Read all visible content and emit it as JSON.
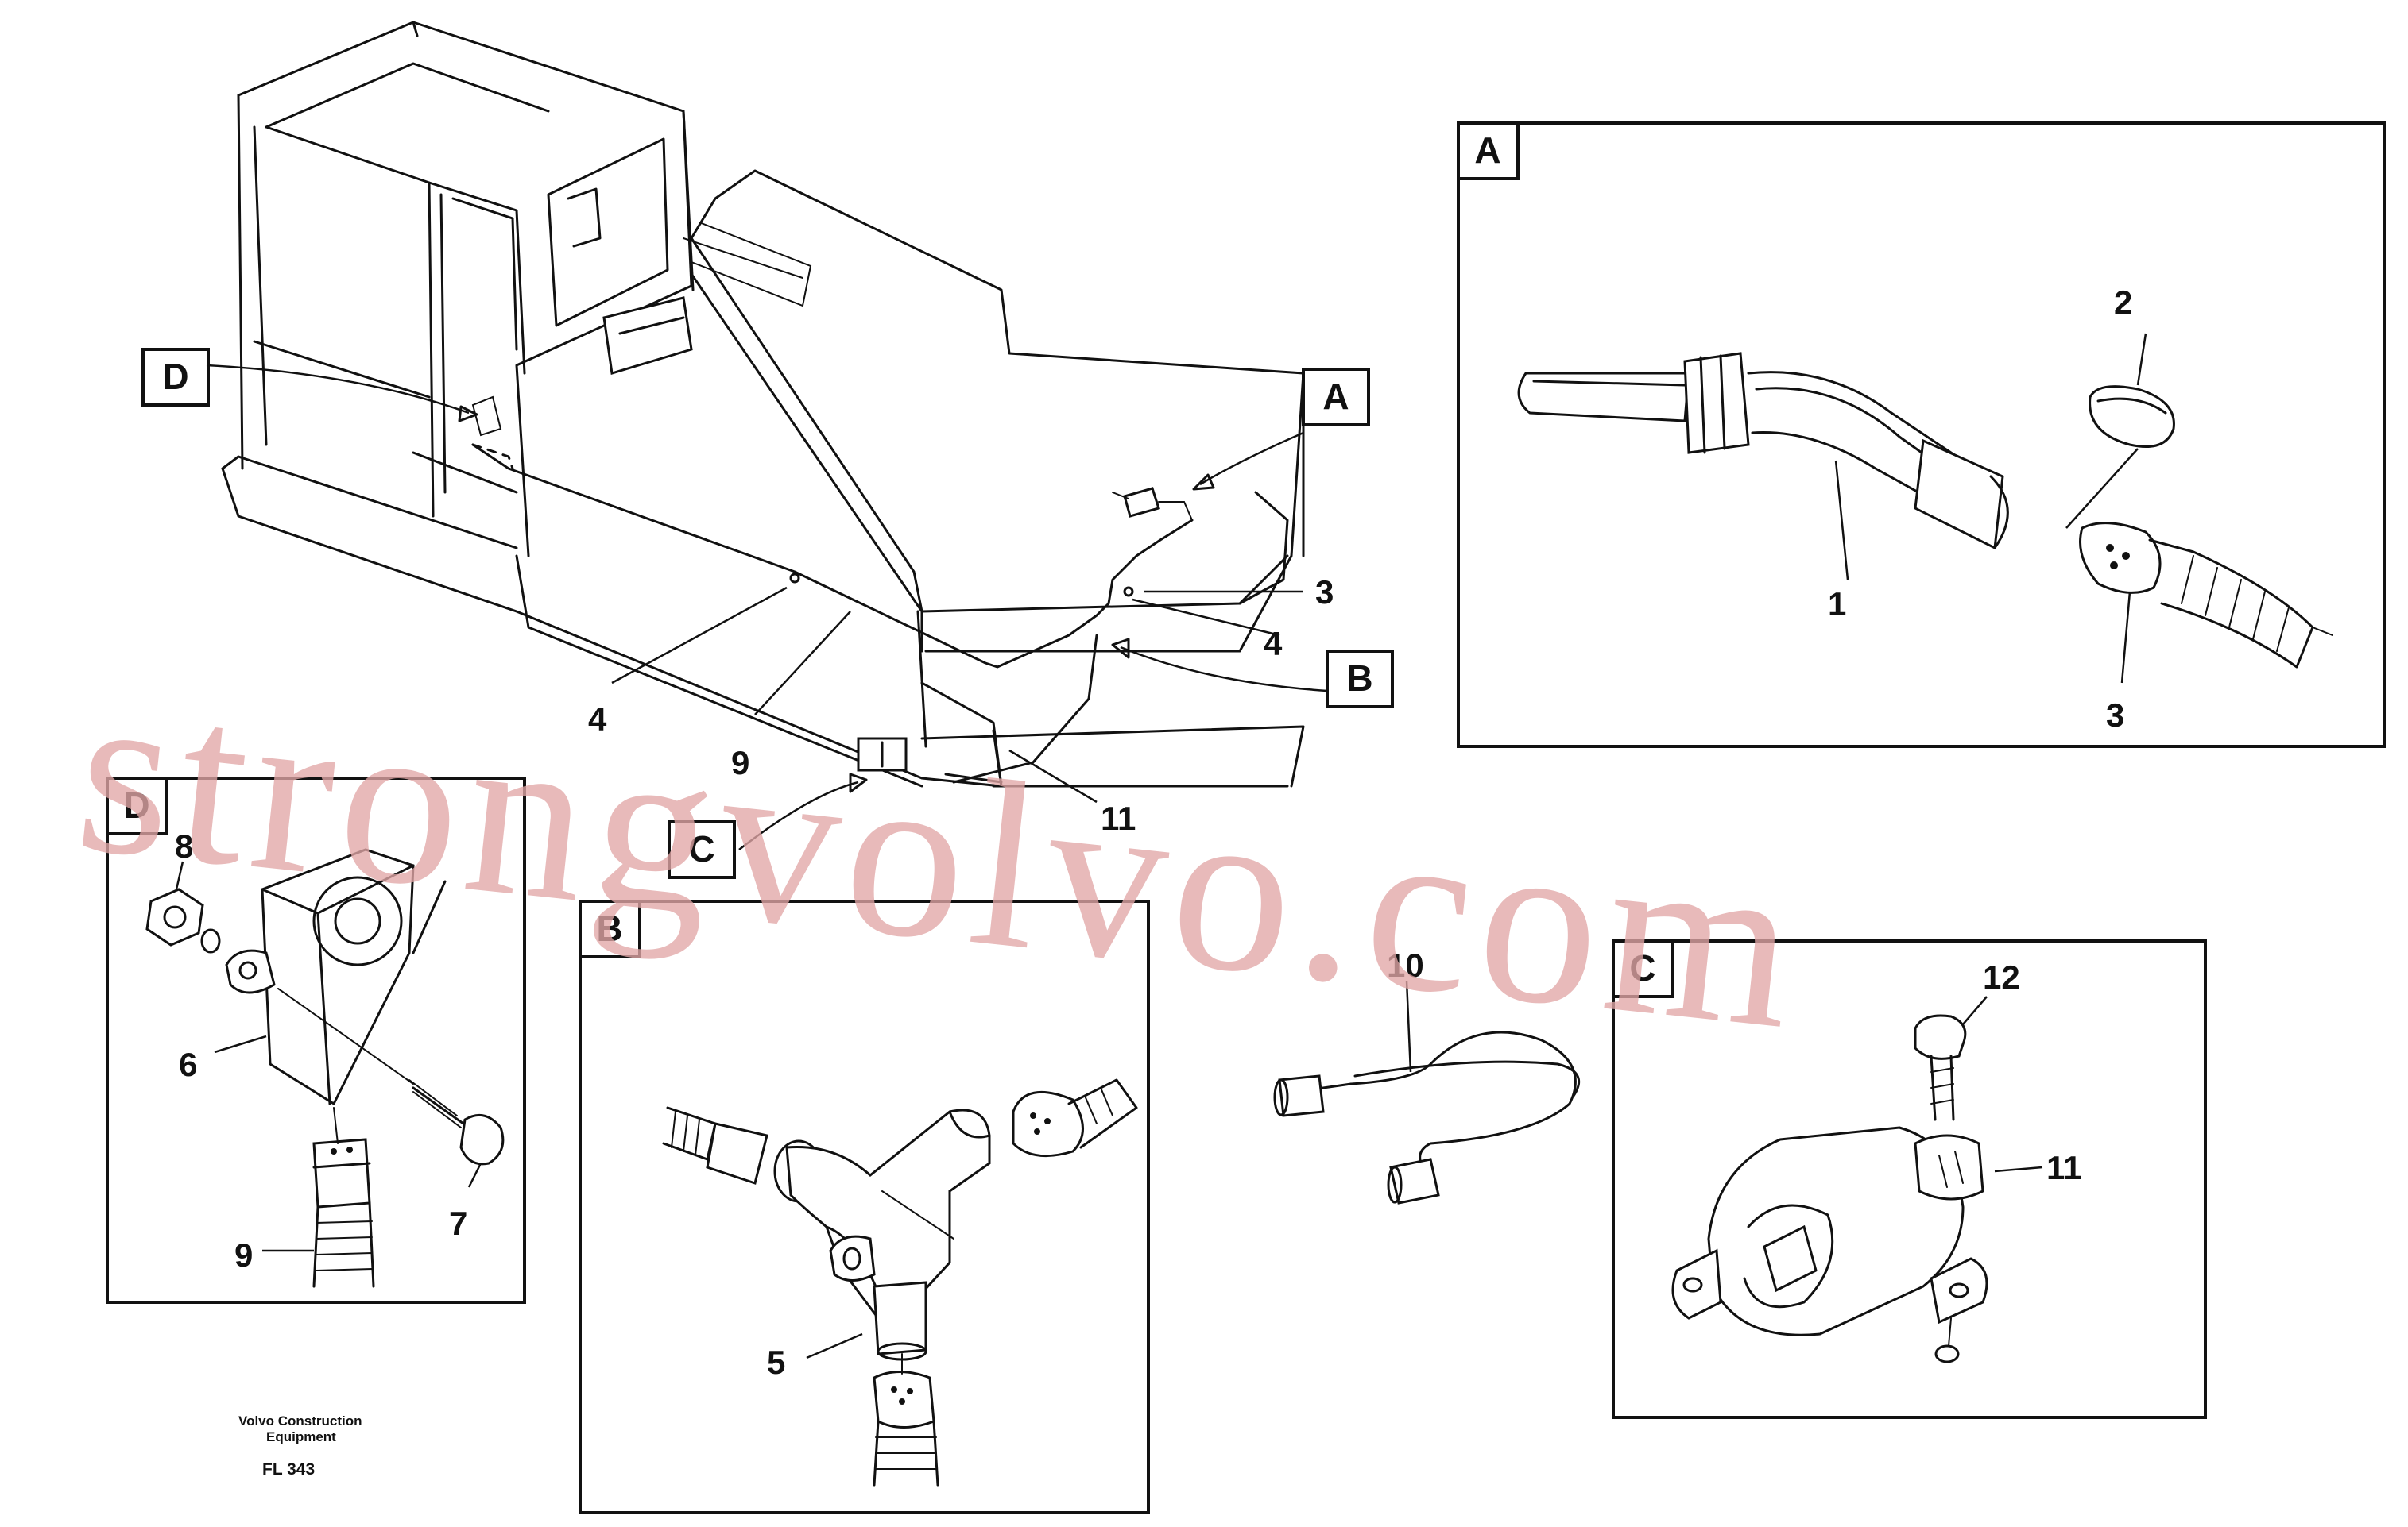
{
  "views": {
    "A": "A",
    "B": "B",
    "C": "C",
    "D": "D"
  },
  "callouts": {
    "1": "1",
    "2": "2",
    "3": "3",
    "4": "4",
    "5": "5",
    "6": "6",
    "7": "7",
    "8": "8",
    "9": "9",
    "10": "10",
    "11": "11",
    "12": "12"
  },
  "footer": {
    "company_line1": "Volvo Construction",
    "company_line2": "Equipment",
    "figure_code": "FL 343"
  },
  "watermark": "strongvolvo.com"
}
